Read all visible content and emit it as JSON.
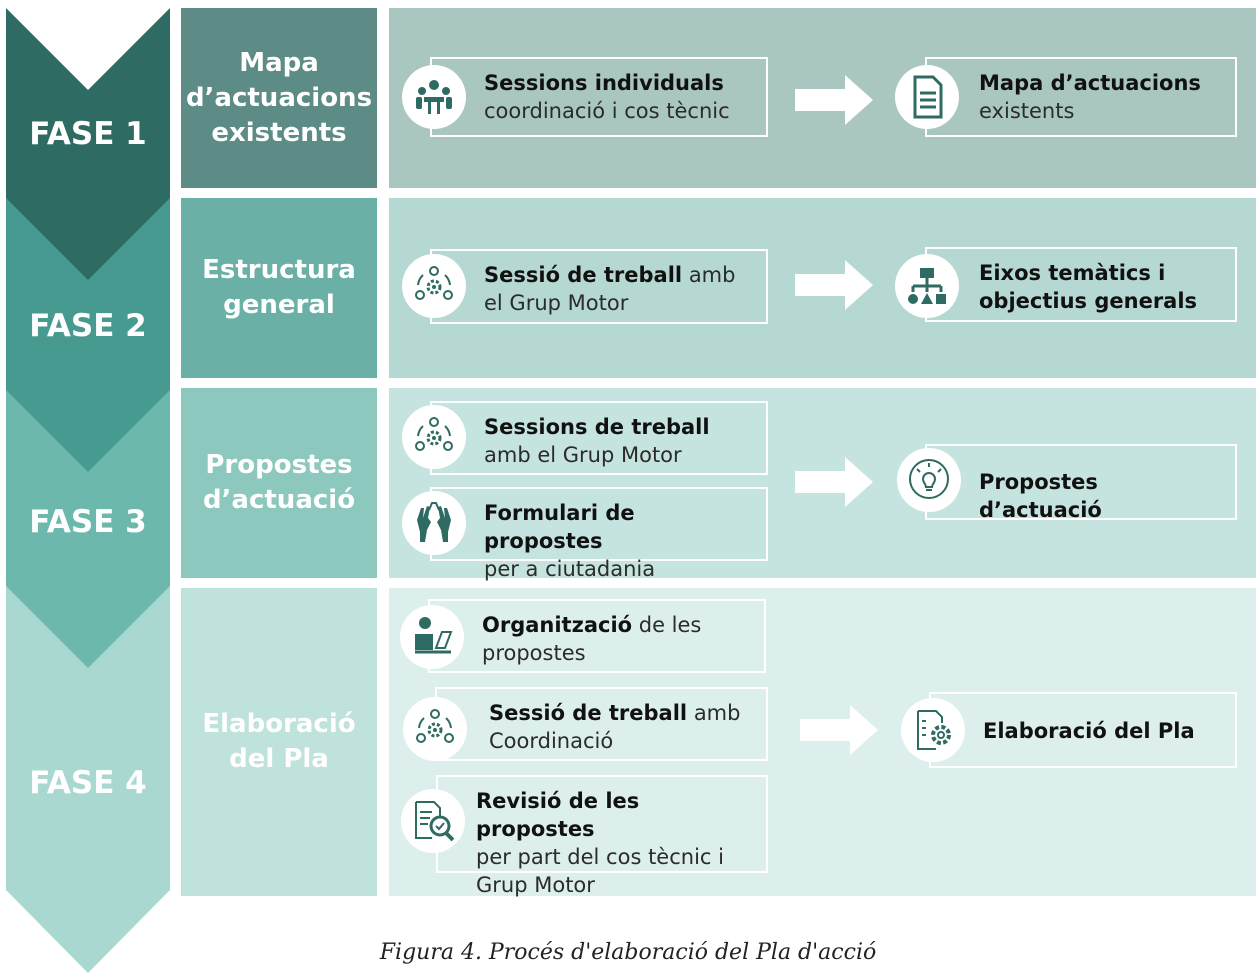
{
  "colors": {
    "fase1": "#2e6b63",
    "fase2": "#479a90",
    "fase3": "#6cb8ad",
    "fase4": "#a9d8d0",
    "band1": "#aac6c1",
    "band2": "#b5d8d2",
    "band3": "#c5e4df",
    "band4": "#dcefec"
  },
  "phases": [
    {
      "fase": "FASE 1",
      "title": "Mapa\nd’actuacions\nexistents"
    },
    {
      "fase": "FASE 2",
      "title": "Estructura\ngeneral"
    },
    {
      "fase": "FASE 3",
      "title": "Propostes\nd’actuació"
    },
    {
      "fase": "FASE 4",
      "title": "Elaboració\ndel Pla"
    }
  ],
  "inputs": [
    {
      "bold": "Sessions individuals",
      "rest": "coordinació i cos tècnic",
      "icon": "meeting-icon"
    },
    {
      "bold": "Sessió de treball",
      "rest": " amb el Grup Motor",
      "icon": "team-gear-icon"
    },
    {
      "bold": "Sessions de treball",
      "rest": " amb el Grup Motor",
      "icon": "team-gear-icon"
    },
    {
      "bold": "Formulari de propostes",
      "rest": "per a ciutadania",
      "icon": "raised-hands-icon"
    },
    {
      "bold": "Organització",
      "rest": " de les propostes",
      "icon": "person-laptop-icon"
    },
    {
      "bold": "Sessió de treball",
      "rest": " amb Coordinació",
      "icon": "team-gear-icon"
    },
    {
      "bold": "Revisió de les propostes",
      "rest": "per part del cos tècnic i Grup Motor",
      "icon": "document-check-icon"
    }
  ],
  "outputs": [
    {
      "bold": "Mapa d’actuacions",
      "rest": "existents",
      "icon": "document-icon"
    },
    {
      "bold": "Eixos temàtics i objectius generals",
      "rest": "",
      "icon": "hierarchy-icon"
    },
    {
      "bold": "Propostes d’actuació",
      "rest": "",
      "icon": "lightbulb-icon"
    },
    {
      "bold": "Elaboració del Pla",
      "rest": "",
      "icon": "document-gear-icon"
    }
  ],
  "caption": "Figura 4. Procés d'elaboració del Pla d'acció"
}
